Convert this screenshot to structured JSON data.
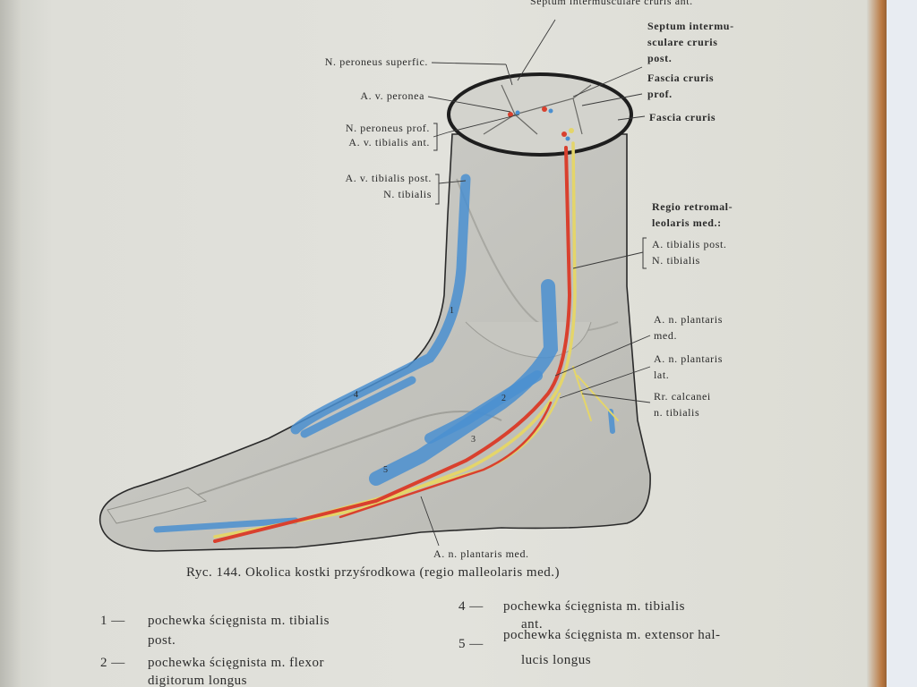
{
  "labels": {
    "septum_ant": "Septum intermusculare cruris ant.",
    "n_peroneus_superf": "N. peroneus superfic.",
    "a_v_peronea": "A. v. peronea",
    "n_peroneus_prof": "N. peroneus prof.",
    "a_v_tibialis_ant": "A. v. tibialis ant.",
    "a_v_tibialis_post": "A. v. tibialis post.",
    "n_tibialis": "N. tibialis",
    "septum_post_1": "Septum intermu-",
    "septum_post_2": "sculare cruris",
    "septum_post_3": "post.",
    "fascia_prof_1": "Fascia cruris",
    "fascia_prof_2": "prof.",
    "fascia_cruris": "Fascia cruris",
    "regio_1": "Regio retromal-",
    "regio_2": "leolaris med.:",
    "regio_a": "A. tibialis post.",
    "regio_n": "N. tibialis",
    "plantaris_med_1": "A. n. plantaris",
    "plantaris_med_2": "med.",
    "plantaris_lat_1": "A. n. plantaris",
    "plantaris_lat_2": "lat.",
    "calcanei_1": "Rr. calcanei",
    "calcanei_2": "n. tibialis",
    "plantaris_bottom": "A. n. plantaris med."
  },
  "numbers": {
    "n1": "1",
    "n2": "2",
    "n3": "3",
    "n4": "4",
    "n5": "5"
  },
  "caption": "Ryc. 144. Okolica kostki przyśrodkowa (regio malleolaris med.)",
  "legend": [
    {
      "num": "1 —",
      "line1": "pochewka ścięgnista m. tibialis",
      "line2": "post."
    },
    {
      "num": "2 —",
      "line1": "pochewka ścięgnista m. flexor",
      "line2": "digitorum longus"
    },
    {
      "num": "4 —",
      "line1": "pochewka ścięgnista m. tibialis",
      "line2": "ant."
    },
    {
      "num": "5 —",
      "line1": "pochewka ścięgnista m. extensor hal-",
      "line2": "lucis longus"
    }
  ],
  "colors": {
    "paper": "#e0e0da",
    "artery": "#d9402e",
    "sheath": "#4a8fd0",
    "nerve": "#e4d56a",
    "outline": "#2a2a2a"
  }
}
